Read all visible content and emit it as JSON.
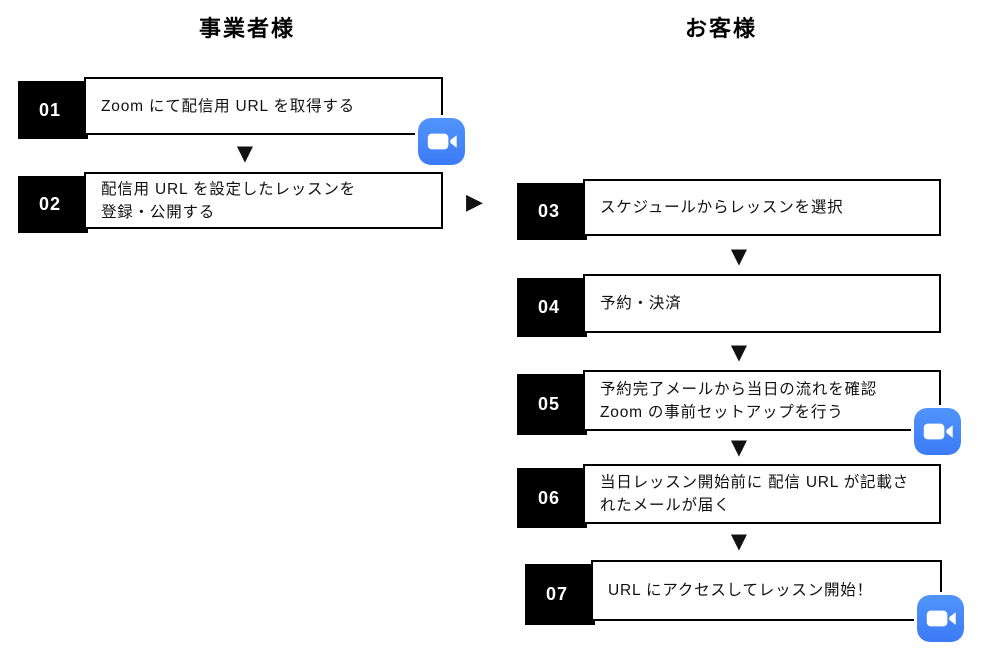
{
  "diagram": {
    "columns": [
      {
        "id": "provider",
        "title": "事業者様"
      },
      {
        "id": "customer",
        "title": "お客様"
      }
    ],
    "steps": [
      {
        "number": "01",
        "column": "provider",
        "lines": [
          "Zoom にて配信用 URL を取得する"
        ],
        "has_zoom_icon": true
      },
      {
        "number": "02",
        "column": "provider",
        "lines": [
          "配信用 URL を設定したレッスンを",
          "登録・公開する"
        ],
        "has_zoom_icon": false
      },
      {
        "number": "03",
        "column": "customer",
        "lines": [
          "スケジュールからレッスンを選択"
        ],
        "has_zoom_icon": false
      },
      {
        "number": "04",
        "column": "customer",
        "lines": [
          "予約・決済"
        ],
        "has_zoom_icon": false
      },
      {
        "number": "05",
        "column": "customer",
        "lines": [
          "予約完了メールから当日の流れを確認",
          "Zoom の事前セットアップを行う"
        ],
        "has_zoom_icon": true
      },
      {
        "number": "06",
        "column": "customer",
        "lines": [
          "当日レッスン開始前に 配信 URL が記載さ",
          "れたメールが届く"
        ],
        "has_zoom_icon": false
      },
      {
        "number": "07",
        "column": "customer",
        "lines": [
          "URL にアクセスしてレッスン開始！"
        ],
        "has_zoom_icon": true
      }
    ],
    "icons": {
      "zoom_camera": "zoom-video-camera",
      "down_arrow": "▼",
      "right_arrow": "▶"
    },
    "colors": {
      "zoom_blue_light": "#5094FB",
      "zoom_blue_dark": "#3C7BF6",
      "badge_bg": "#000000",
      "badge_text": "#ffffff",
      "box_border": "#000000",
      "text": "#111111",
      "background": "#ffffff"
    }
  }
}
